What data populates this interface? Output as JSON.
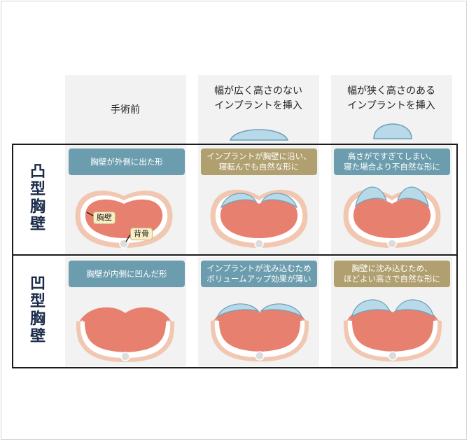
{
  "columns": {
    "before": {
      "title": "手術前"
    },
    "wide": {
      "title_line1": "幅が広く高さのない",
      "title_line2": "インプラントを挿入"
    },
    "narrow": {
      "title_line1": "幅が狭く高さのある",
      "title_line2": "インプラントを挿入"
    }
  },
  "rows": {
    "convex": {
      "label_1": "凸",
      "label_2": "型",
      "label_3": "胸",
      "label_4": "壁",
      "captions": {
        "before": "胸壁が外側に出た形",
        "wide_line1": "インプラントが胸壁に沿い、",
        "wide_line2": "寝転んでも自然な形に",
        "narrow_line1": "高さがですぎてしまい、",
        "narrow_line2": "寝た場合より不自然な形に"
      },
      "tags": {
        "chest_wall": "胸壁",
        "spine": "背骨"
      }
    },
    "concave": {
      "label_1": "凹",
      "label_2": "型",
      "label_3": "胸",
      "label_4": "壁",
      "captions": {
        "before": "胸壁が内側に凹んだ形",
        "wide_line1": "インプラントが沈み込むため",
        "wide_line2": "ボリュームアップ効果が薄い",
        "narrow_line1": "胸壁に沈み込むため、",
        "narrow_line2": "ほどよい高さで自然な形に"
      }
    }
  },
  "colors": {
    "panel_bg": "#f2f2f2",
    "skin": "#f2c7b2",
    "rib_white": "#ffffff",
    "muscle": "#e8806f",
    "implant": "#b7d9e8",
    "implant_edge": "#6f9fb8",
    "caption_blue": "#6c9dae",
    "caption_gold": "#b09f6f",
    "label_navy": "#1a2c4a"
  }
}
